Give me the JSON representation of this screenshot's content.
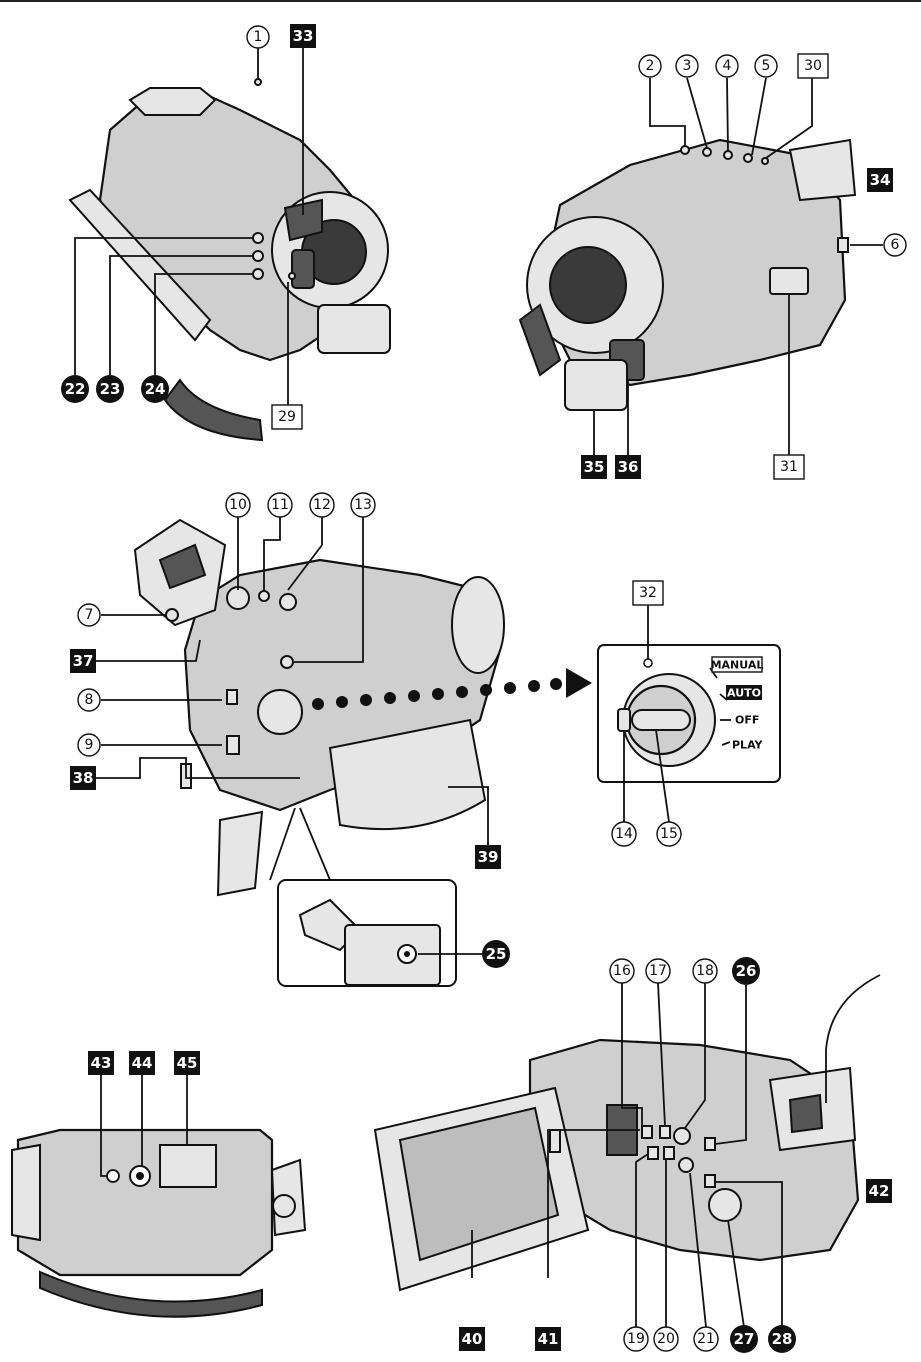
{
  "mode_switch": {
    "manual": "MANUAL",
    "auto": "AUTO",
    "off": "OFF",
    "play": "PLAY"
  },
  "callouts": {
    "c1": "1",
    "c2": "2",
    "c3": "3",
    "c4": "4",
    "c5": "5",
    "c6": "6",
    "c7": "7",
    "c8": "8",
    "c9": "9",
    "c10": "10",
    "c11": "11",
    "c12": "12",
    "c13": "13",
    "c14": "14",
    "c15": "15",
    "c16": "16",
    "c17": "17",
    "c18": "18",
    "c19": "19",
    "c20": "20",
    "c21": "21",
    "c22": "22",
    "c23": "23",
    "c24": "24",
    "c25": "25",
    "c26": "26",
    "c27": "27",
    "c28": "28",
    "c29": "29",
    "c30": "30",
    "c31": "31",
    "c32": "32",
    "c33": "33",
    "c34": "34",
    "c35": "35",
    "c36": "36",
    "c37": "37",
    "c38": "38",
    "c39": "39",
    "c40": "40",
    "c41": "41",
    "c42": "42",
    "c43": "43",
    "c44": "44",
    "c45": "45"
  }
}
